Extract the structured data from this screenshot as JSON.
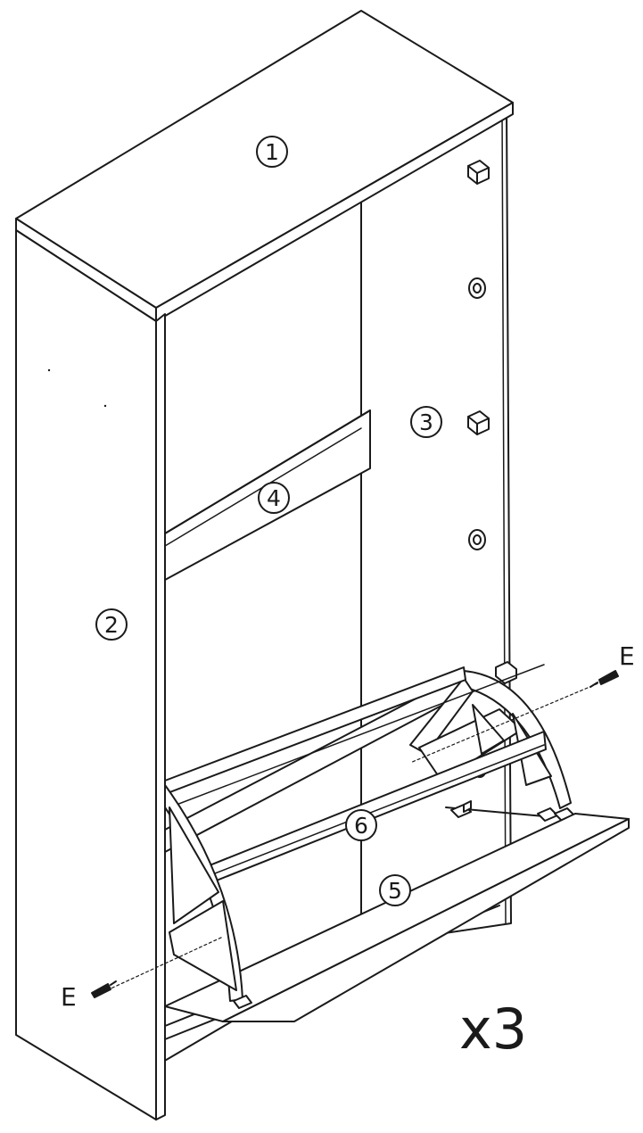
{
  "diagram": {
    "part_labels": [
      "1",
      "2",
      "3",
      "4",
      "5",
      "6"
    ],
    "screw_label_right": "E",
    "screw_label_left": "E",
    "multiplier": "x3"
  },
  "colors": {
    "line": "#1a1a1a",
    "fill": "#ffffff",
    "shade": "#d8d8d8"
  }
}
